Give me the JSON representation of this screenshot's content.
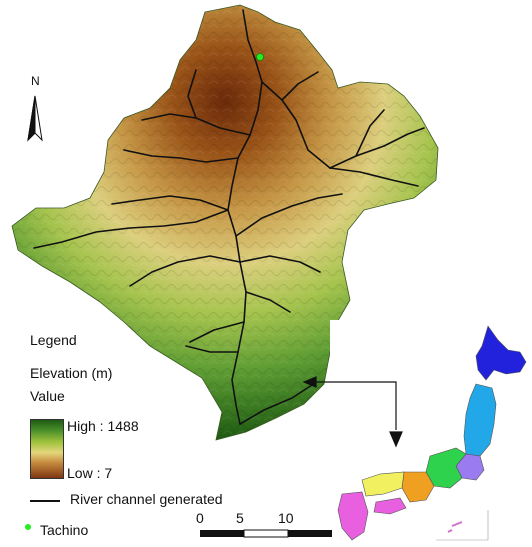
{
  "north_arrow": {
    "letter": "N"
  },
  "legend": {
    "title": "Legend",
    "subtitle": "Elevation (m)",
    "value_label": "Value",
    "high_label": "High : 1488",
    "low_label": "Low : 7",
    "river_label": "River channel generated",
    "station_label": "Tachino"
  },
  "elevation": {
    "high": 1488,
    "low": 7,
    "unit": "m"
  },
  "scale_bar": {
    "ticks": [
      "0",
      "5",
      "10"
    ]
  },
  "colors": {
    "high": "#1e5c12",
    "mid": "#e4d67c",
    "low": "#7f3611",
    "river": "#111111",
    "station": "#22ee22",
    "hokkaido": "#2222dd",
    "tohoku": "#22a8e8",
    "kanto": "#9b7cf0",
    "chubu": "#2fd24c",
    "kinki": "#f0a020",
    "chugoku": "#f0f060",
    "shikoku": "#e860e0",
    "kyushu": "#e860e0"
  }
}
